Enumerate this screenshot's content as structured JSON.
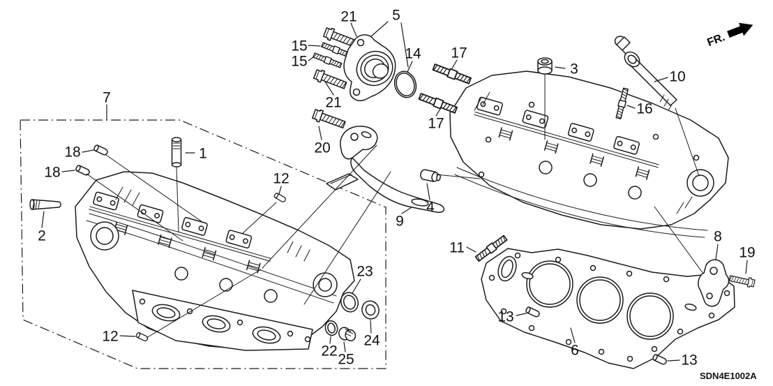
{
  "page": {
    "background": "#ffffff",
    "ink": "#1a1a1a"
  },
  "figure": {
    "type": "exploded-parts-diagram",
    "code": "SDN4E1002A",
    "direction_label": "FR."
  },
  "callouts": [
    {
      "label": "7"
    },
    {
      "label": "21"
    },
    {
      "label": "5"
    },
    {
      "label": "15"
    },
    {
      "label": "15"
    },
    {
      "label": "14"
    },
    {
      "label": "17"
    },
    {
      "label": "3"
    },
    {
      "label": "10"
    },
    {
      "label": "16"
    },
    {
      "label": "21"
    },
    {
      "label": "17"
    },
    {
      "label": "20"
    },
    {
      "label": "18"
    },
    {
      "label": "1"
    },
    {
      "label": "18"
    },
    {
      "label": "12"
    },
    {
      "label": "2"
    },
    {
      "label": "4"
    },
    {
      "label": "9"
    },
    {
      "label": "11"
    },
    {
      "label": "8"
    },
    {
      "label": "19"
    },
    {
      "label": "23"
    },
    {
      "label": "13"
    },
    {
      "label": "12"
    },
    {
      "label": "22"
    },
    {
      "label": "24"
    },
    {
      "label": "25"
    },
    {
      "label": "6"
    },
    {
      "label": "13"
    }
  ]
}
